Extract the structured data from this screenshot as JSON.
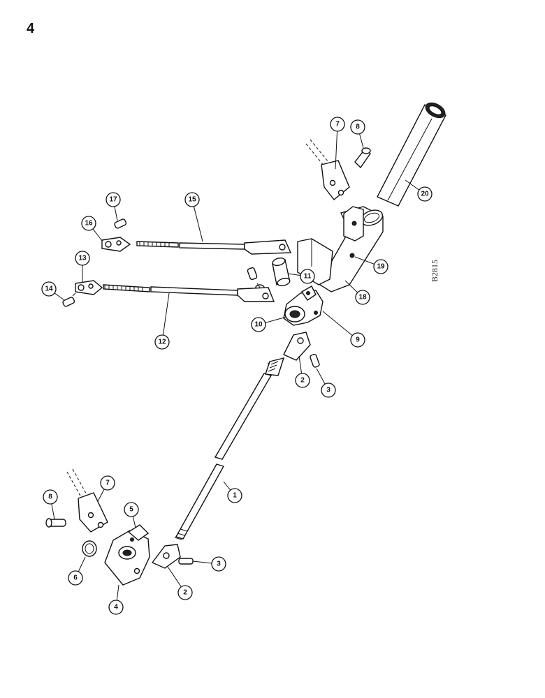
{
  "page": {
    "number": "4"
  },
  "figure": {
    "code": "B2815"
  },
  "callouts": [
    {
      "id": "c1",
      "label": "1"
    },
    {
      "id": "c2a",
      "label": "2"
    },
    {
      "id": "c2b",
      "label": "2"
    },
    {
      "id": "c3a",
      "label": "3"
    },
    {
      "id": "c3b",
      "label": "3"
    },
    {
      "id": "c4",
      "label": "4"
    },
    {
      "id": "c5",
      "label": "5"
    },
    {
      "id": "c6",
      "label": "6"
    },
    {
      "id": "c7a",
      "label": "7"
    },
    {
      "id": "c7b",
      "label": "7"
    },
    {
      "id": "c8a",
      "label": "8"
    },
    {
      "id": "c8b",
      "label": "8"
    },
    {
      "id": "c9",
      "label": "9"
    },
    {
      "id": "c10",
      "label": "10"
    },
    {
      "id": "c11",
      "label": "11"
    },
    {
      "id": "c12",
      "label": "12"
    },
    {
      "id": "c13",
      "label": "13"
    },
    {
      "id": "c14",
      "label": "14"
    },
    {
      "id": "c15",
      "label": "15"
    },
    {
      "id": "c16",
      "label": "16"
    },
    {
      "id": "c17",
      "label": "17"
    },
    {
      "id": "c18",
      "label": "18"
    },
    {
      "id": "c19",
      "label": "19"
    },
    {
      "id": "c20",
      "label": "20"
    }
  ]
}
